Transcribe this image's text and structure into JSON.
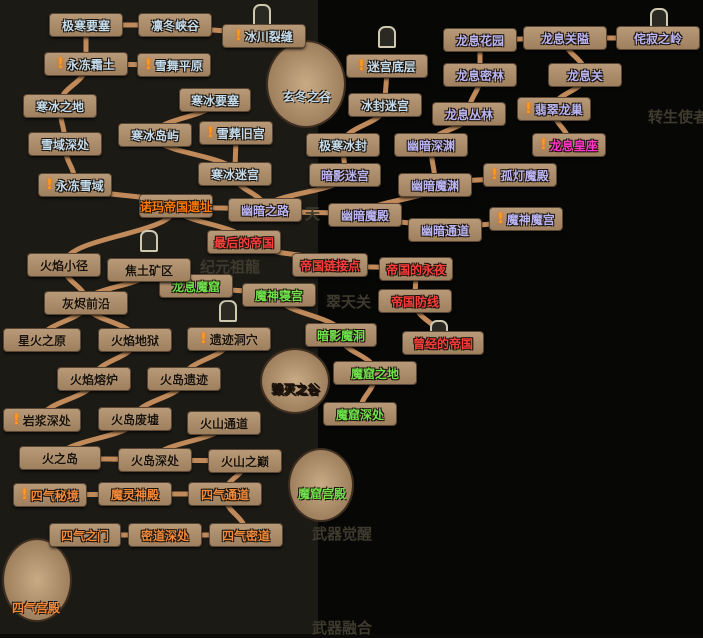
{
  "colors": {
    "ice": "#c4dcec",
    "dark": "#bab5f2",
    "fire": "#1a120a",
    "empire": "#ff3d3d",
    "demon": "#6fe24c",
    "qi": "#f08a3a",
    "ruins": "#ff7a00",
    "throne": "#ff35c8",
    "connector": "#c08a5a"
  },
  "nodes": [
    {
      "label": "极寒要塞",
      "region": "ice",
      "alert": false
    },
    {
      "label": "凛冬峡谷",
      "region": "ice",
      "alert": false
    },
    {
      "label": "冰川裂缝",
      "region": "ice",
      "alert": true
    },
    {
      "label": "永冻霜土",
      "region": "ice",
      "alert": true
    },
    {
      "label": "雪舞平原",
      "region": "ice",
      "alert": true
    },
    {
      "label": "寒冰之地",
      "region": "ice",
      "alert": false
    },
    {
      "label": "寒冰要塞",
      "region": "ice",
      "alert": false
    },
    {
      "label": "寒冰岛屿",
      "region": "ice",
      "alert": false
    },
    {
      "label": "雪葬旧宫",
      "region": "ice",
      "alert": true
    },
    {
      "label": "雪域深处",
      "region": "ice",
      "alert": false
    },
    {
      "label": "寒冰迷宫",
      "region": "ice",
      "alert": false
    },
    {
      "label": "永冻雪域",
      "region": "ice",
      "alert": true
    },
    {
      "label": "迷宫底层",
      "region": "ice",
      "alert": true
    },
    {
      "label": "冰封迷宫",
      "region": "ice",
      "alert": false
    },
    {
      "label": "极寒冰封",
      "region": "ice",
      "alert": false
    },
    {
      "label": "暗影迷宫",
      "region": "dark",
      "alert": false
    },
    {
      "label": "幽暗之路",
      "region": "dark",
      "alert": false
    },
    {
      "label": "幽暗深渊",
      "region": "dark",
      "alert": false
    },
    {
      "label": "幽暗魔渊",
      "region": "dark",
      "alert": false
    },
    {
      "label": "孤灯魔殿",
      "region": "dark",
      "alert": true
    },
    {
      "label": "幽暗魔殿",
      "region": "dark",
      "alert": false
    },
    {
      "label": "幽暗通道",
      "region": "dark",
      "alert": false
    },
    {
      "label": "魔神魔宫",
      "region": "dark",
      "alert": true
    },
    {
      "label": "龙息花园",
      "region": "dark",
      "alert": false
    },
    {
      "label": "龙息关隘",
      "region": "dark",
      "alert": false
    },
    {
      "label": "侘寂之岭",
      "region": "dark",
      "alert": false
    },
    {
      "label": "龙息密林",
      "region": "dark",
      "alert": false
    },
    {
      "label": "龙息关",
      "region": "dark",
      "alert": false
    },
    {
      "label": "龙息丛林",
      "region": "dark",
      "alert": false
    },
    {
      "label": "翡翠龙巢",
      "region": "dark",
      "alert": true
    },
    {
      "label": "龙息皇座",
      "region": "throne",
      "alert": true
    },
    {
      "label": "诺玛帝国遗址",
      "region": "ruins",
      "alert": false
    },
    {
      "label": "最后的帝国",
      "region": "empire",
      "alert": false
    },
    {
      "label": "帝国链接点",
      "region": "empire",
      "alert": false
    },
    {
      "label": "帝国的永夜",
      "region": "empire",
      "alert": false
    },
    {
      "label": "帝国防线",
      "region": "empire",
      "alert": false
    },
    {
      "label": "曾经的帝国",
      "region": "empire",
      "alert": false
    },
    {
      "label": "龙息魔窟",
      "region": "demon",
      "alert": false
    },
    {
      "label": "魔神寝宫",
      "region": "demon",
      "alert": false
    },
    {
      "label": "暗影魔洞",
      "region": "demon",
      "alert": false
    },
    {
      "label": "魔窟之地",
      "region": "demon",
      "alert": false
    },
    {
      "label": "魔窟深处",
      "region": "demon",
      "alert": false
    },
    {
      "label": "火焰小径",
      "region": "fire",
      "alert": false
    },
    {
      "label": "焦土矿区",
      "region": "fire",
      "alert": false
    },
    {
      "label": "灰烬前沿",
      "region": "fire",
      "alert": false
    },
    {
      "label": "星火之原",
      "region": "fire",
      "alert": false
    },
    {
      "label": "火焰地狱",
      "region": "fire",
      "alert": false
    },
    {
      "label": "遗迹洞穴",
      "region": "fire",
      "alert": true
    },
    {
      "label": "火焰熔炉",
      "region": "fire",
      "alert": false
    },
    {
      "label": "火岛遗迹",
      "region": "fire",
      "alert": false
    },
    {
      "label": "岩浆深处",
      "region": "fire",
      "alert": true
    },
    {
      "label": "火岛废墟",
      "region": "fire",
      "alert": false
    },
    {
      "label": "火山通道",
      "region": "fire",
      "alert": false
    },
    {
      "label": "火之岛",
      "region": "fire",
      "alert": false
    },
    {
      "label": "火岛深处",
      "region": "fire",
      "alert": false
    },
    {
      "label": "火山之巅",
      "region": "fire",
      "alert": false
    },
    {
      "label": "四气秘境",
      "region": "qi",
      "alert": true
    },
    {
      "label": "魔灵神殿",
      "region": "qi",
      "alert": false
    },
    {
      "label": "四气通道",
      "region": "qi",
      "alert": false
    },
    {
      "label": "四气之门",
      "region": "qi",
      "alert": false
    },
    {
      "label": "密道深处",
      "region": "qi",
      "alert": false
    },
    {
      "label": "四气密道",
      "region": "qi",
      "alert": false
    }
  ],
  "hubs": [
    {
      "label": "玄冬之谷",
      "region": "ice"
    },
    {
      "label": "毁灭之谷",
      "region": "fire"
    },
    {
      "label": "魔窟宫殿",
      "region": "demon"
    },
    {
      "label": "四气宫殿",
      "region": "qi"
    }
  ],
  "background_labels": [
    "转生使者",
    "武器觉醒",
    "武器融合",
    "天",
    "翠天关",
    "纪元祖龍"
  ]
}
